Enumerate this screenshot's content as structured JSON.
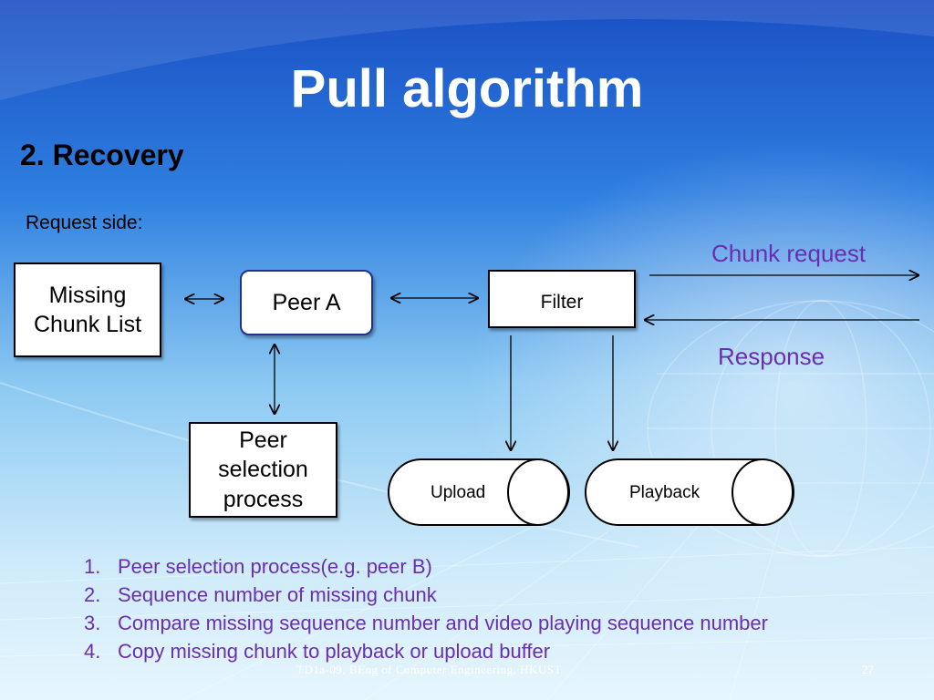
{
  "slide": {
    "title": "Pull algorithm",
    "subtitle": "2. Recovery",
    "side_label": "Request side:",
    "footer": "TD1a-09, BEng of Computer Engineering, HKUST",
    "page_number": "27"
  },
  "diagram": {
    "nodes": {
      "missing_chunk_list": "Missing\nChunk List",
      "peer_a": "Peer A",
      "filter": "Filter",
      "peer_selection": "Peer\nselection\nprocess",
      "upload": "Upload",
      "playback": "Playback"
    },
    "edges": {
      "chunk_request": "Chunk request",
      "response": "Response"
    }
  },
  "steps": [
    {
      "num": "1.",
      "text": "Peer selection process(e.g. peer B)"
    },
    {
      "num": "2.",
      "text": "Sequence number of missing chunk"
    },
    {
      "num": "3.",
      "text": "Compare missing sequence number  and video playing sequence number"
    },
    {
      "num": "4.",
      "text": "Copy missing chunk to playback or upload buffer"
    }
  ],
  "colors": {
    "background_top": "#1f5fd0",
    "background_bottom": "#dff3fc",
    "title_color": "#ffffff",
    "list_text": "#6a2fb0",
    "peer_a_border": "#24308e"
  }
}
